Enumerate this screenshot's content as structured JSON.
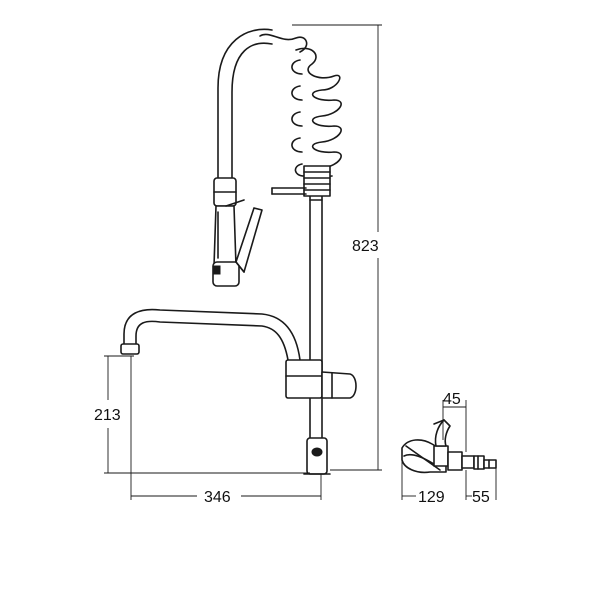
{
  "dimensions": {
    "overall_height": "823",
    "spout_height": "213",
    "spout_reach": "346",
    "wall_projection": "129",
    "connection_length": "55",
    "handle_offset": "45"
  },
  "colors": {
    "line": "#1a1a1a",
    "background": "#ffffff"
  }
}
